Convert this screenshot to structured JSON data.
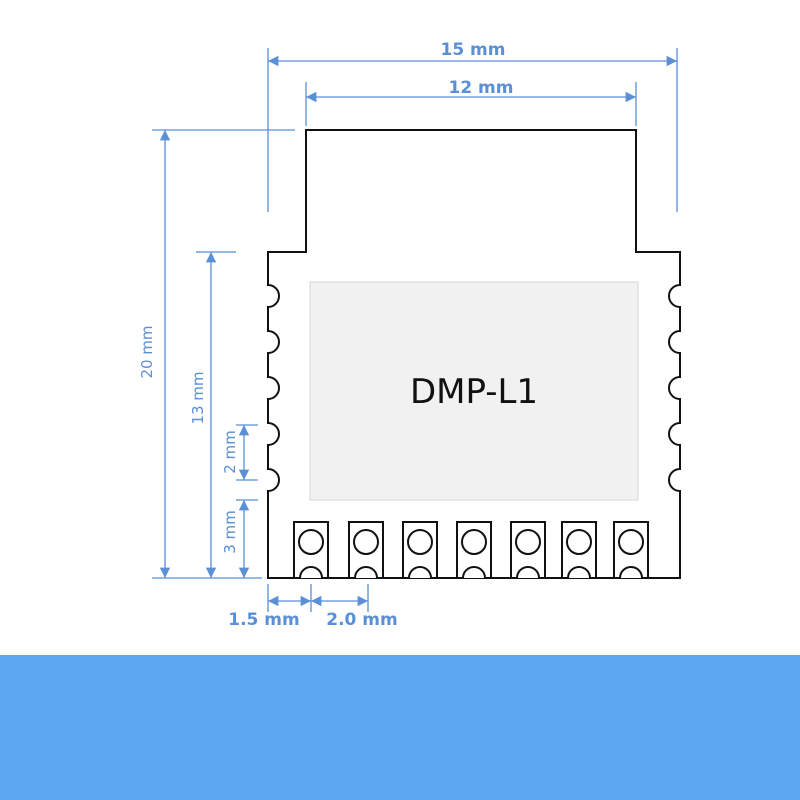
{
  "module": {
    "name": "DMP-L1"
  },
  "dimensions": {
    "width_total": "15 mm",
    "width_top": "12 mm",
    "height_total": "20 mm",
    "height_castellated": "13 mm",
    "pin_pitch_side": "2 mm",
    "pad_area_height": "3 mm",
    "pad_edge_offset": "1.5 mm",
    "pad_pitch_bottom": "2.0 mm"
  },
  "colors": {
    "dimension": "#5b8fd6",
    "footer_band": "#5ba8f0",
    "outline": "#111111",
    "label_fill": "#f1f1f1"
  }
}
